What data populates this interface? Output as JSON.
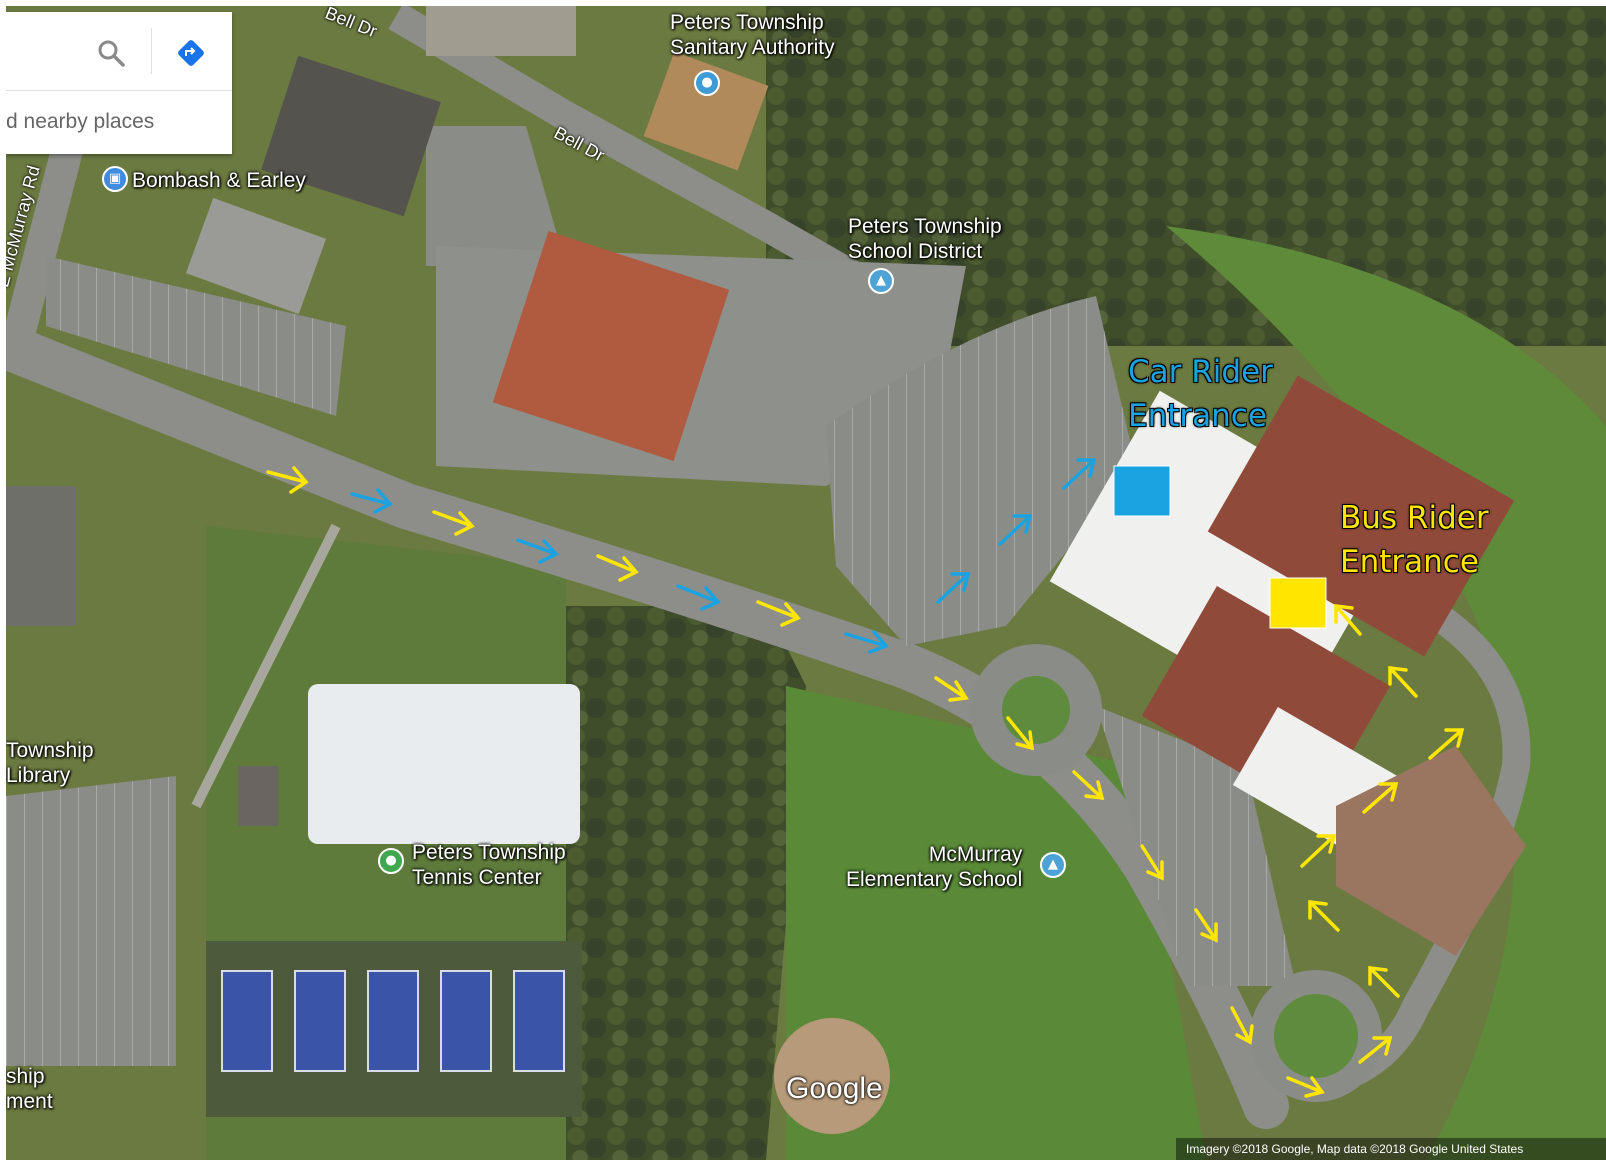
{
  "search": {
    "nearby_text": "d nearby places"
  },
  "icons": {
    "search": "search-icon",
    "directions": "directions-icon"
  },
  "streets": {
    "bell_dr_1": "Bell Dr",
    "bell_dr_2": "Bell Dr",
    "mcmurray_rd": "E McMurray Rd"
  },
  "places": {
    "sanitary_authority": [
      "Peters Township",
      "Sanitary Authority"
    ],
    "bombash": "Bombash & Earley",
    "school_district": [
      "Peters Township",
      "School District"
    ],
    "library": [
      "Township",
      "Library"
    ],
    "tennis_center": [
      "Peters Township",
      "Tennis Center"
    ],
    "elementary": [
      "McMurray",
      "Elementary School"
    ],
    "bottom_left": [
      "ship",
      "ment"
    ]
  },
  "annotations": {
    "car_entrance": [
      "Car Rider",
      "Entrance"
    ],
    "bus_entrance": [
      "Bus Rider",
      "Entrance"
    ],
    "car_color": "#1aa3e0",
    "bus_color": "#ffe600"
  },
  "logo": "Google",
  "attribution": "Imagery ©2018 Google, Map data ©2018 Google    United States"
}
